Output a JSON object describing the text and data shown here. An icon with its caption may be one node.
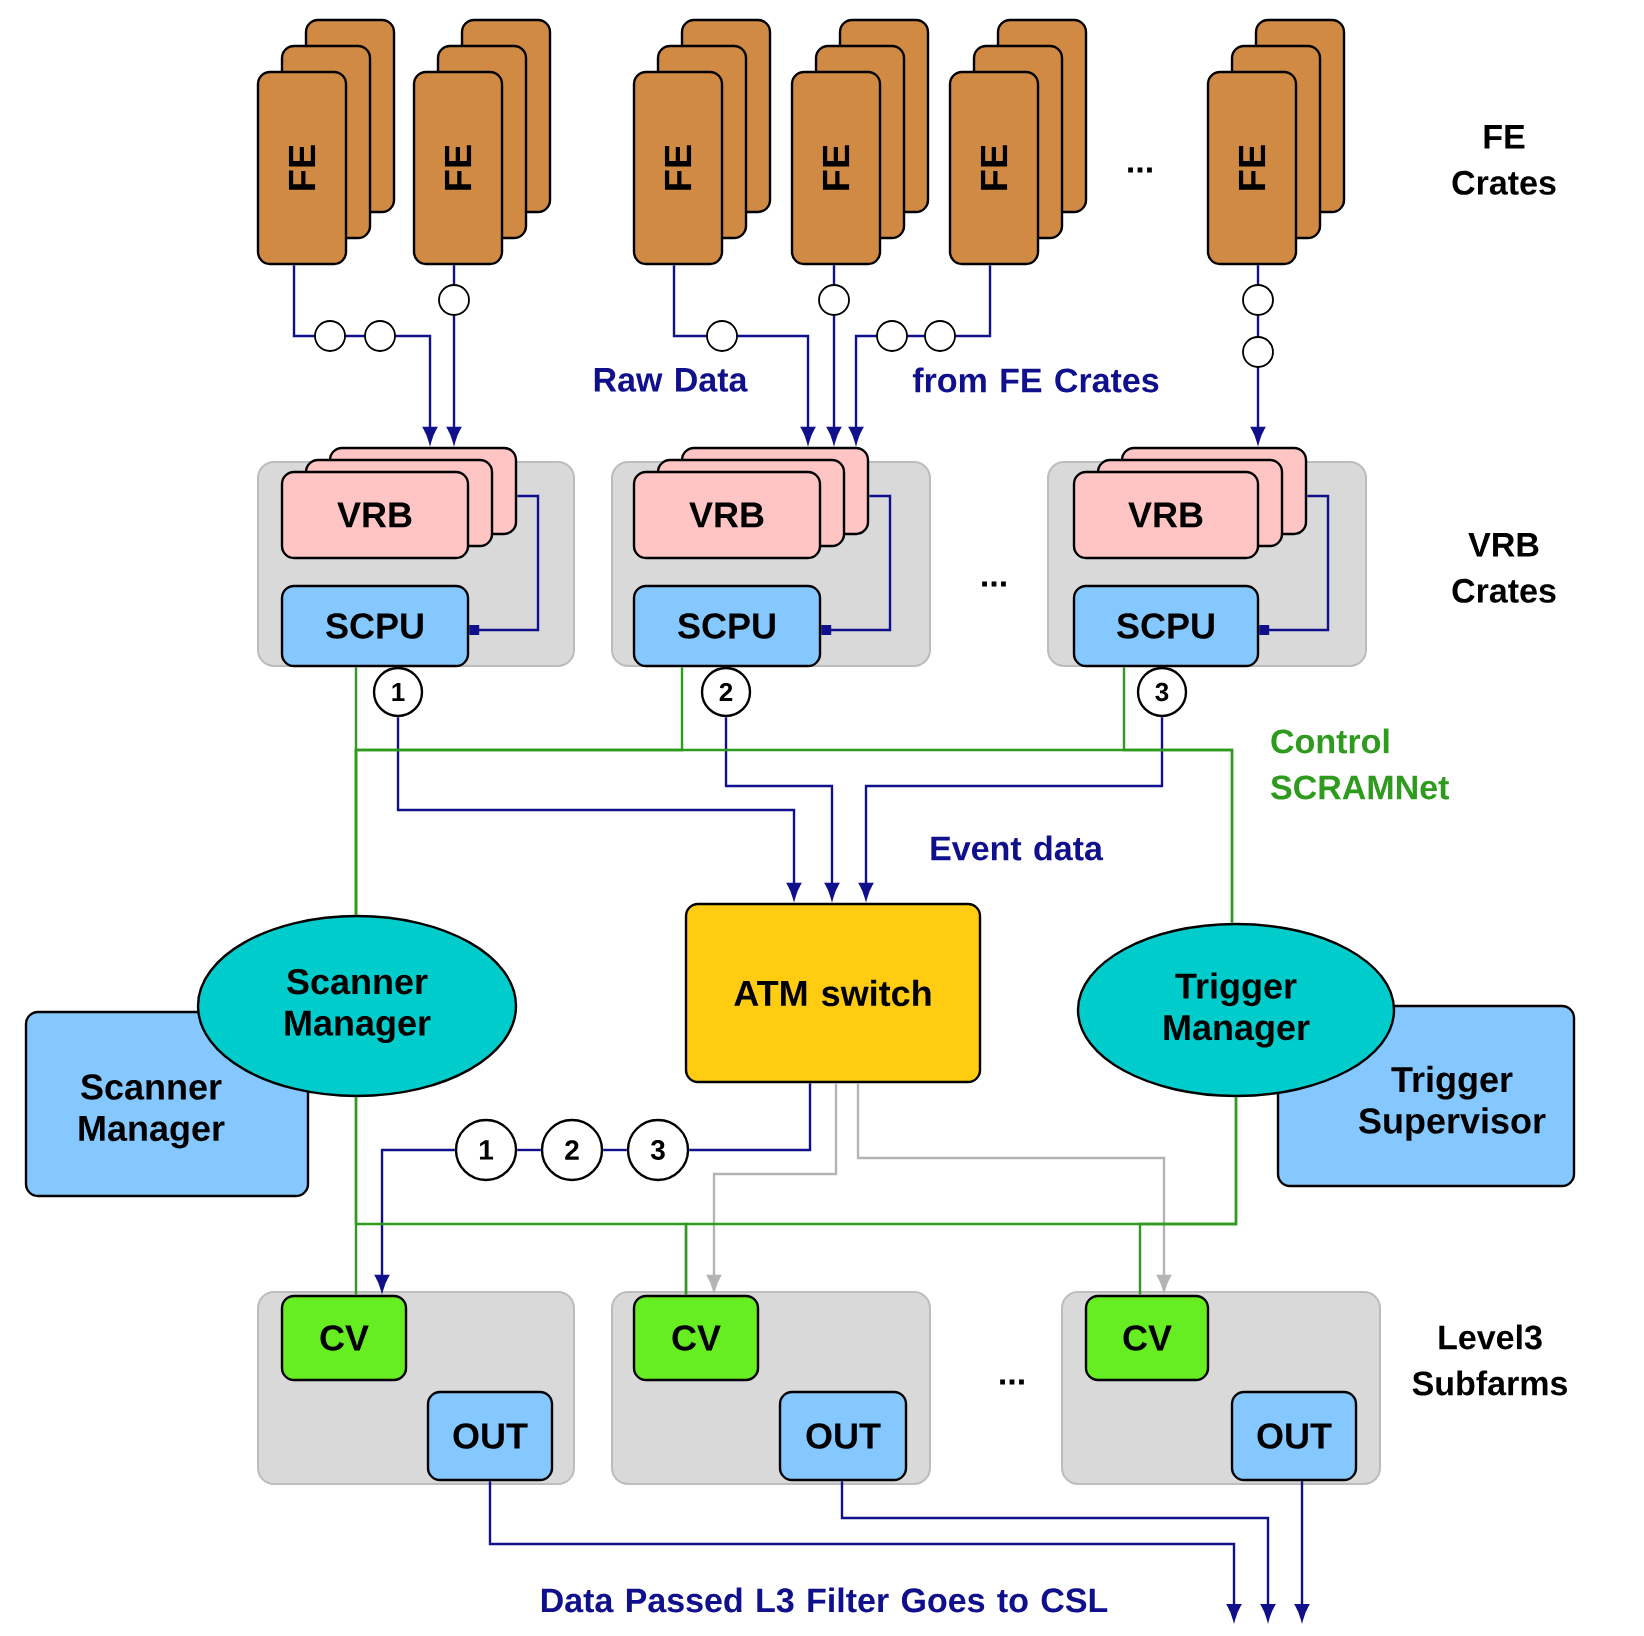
{
  "diagram": {
    "nodes": [
      {
        "text": [
          "FE"
        ]
      },
      {
        "text": [
          "FE"
        ]
      },
      {
        "text": [
          "FE"
        ]
      },
      {
        "text": [
          "FE"
        ]
      },
      {
        "text": [
          "FE"
        ]
      },
      {
        "text": [
          "FE"
        ]
      },
      {
        "text": [],
        "shape": "box"
      },
      {
        "text": [
          "VRB"
        ],
        "in": 6
      },
      {
        "text": [
          "SCPU"
        ],
        "in": 6
      },
      {
        "text": [],
        "shape": "box"
      },
      {
        "text": [
          "VRB"
        ],
        "in": 9
      },
      {
        "text": [
          "SCPU"
        ],
        "in": 9
      },
      {
        "text": [],
        "shape": "box"
      },
      {
        "text": [
          "VRB"
        ],
        "in": 12
      },
      {
        "text": [
          "SCPU"
        ],
        "in": 12
      },
      {
        "text": [
          "1"
        ]
      },
      {
        "text": [
          "2"
        ]
      },
      {
        "text": [
          "3"
        ]
      },
      {
        "text": [
          "Scanner Manager"
        ]
      },
      {
        "text": [
          "Scanner Manager"
        ]
      },
      {
        "text": [
          "ATM switch"
        ]
      },
      {
        "text": [
          "Trigger Manager"
        ]
      },
      {
        "text": [
          "Trigger Supervisor"
        ]
      },
      {
        "text": [
          "1"
        ]
      },
      {
        "text": [
          "2"
        ]
      },
      {
        "text": [
          "3"
        ]
      },
      {
        "text": [],
        "shape": "box"
      },
      {
        "text": [
          "CV"
        ],
        "in": 26
      },
      {
        "text": [
          "OUT"
        ],
        "in": 26
      },
      {
        "text": [],
        "shape": "box"
      },
      {
        "text": [
          "CV"
        ],
        "in": 29
      },
      {
        "text": [
          "OUT"
        ],
        "in": 29
      },
      {
        "text": [],
        "shape": "box"
      },
      {
        "text": [
          "CV"
        ],
        "in": 32
      },
      {
        "text": [
          "OUT"
        ],
        "in": 32
      }
    ],
    "edges": [
      {
        "from": 0,
        "to": 7,
        "arrow": "to"
      },
      {
        "from": 1,
        "to": 7,
        "arrow": "to"
      },
      {
        "from": 2,
        "to": 10,
        "arrow": "to"
      },
      {
        "from": 3,
        "to": 10,
        "arrow": "to"
      },
      {
        "from": 4,
        "to": 10,
        "arrow": "to"
      },
      {
        "from": 5,
        "to": 13,
        "arrow": "to"
      },
      {
        "from": 7,
        "to": 8,
        "arrow": "other"
      },
      {
        "from": 10,
        "to": 11,
        "arrow": "other"
      },
      {
        "from": 13,
        "to": 14,
        "arrow": "other"
      },
      {
        "from": 15,
        "to": 20,
        "arrow": "to"
      },
      {
        "from": 16,
        "to": 20,
        "arrow": "to"
      },
      {
        "from": 17,
        "to": 20,
        "arrow": "to"
      },
      {
        "from": 20,
        "to": 25,
        "arrow": "none"
      },
      {
        "from": 25,
        "to": 24,
        "arrow": "none"
      },
      {
        "from": 24,
        "to": 23,
        "arrow": "none"
      },
      {
        "from": 23,
        "to": 27,
        "arrow": "to"
      },
      {
        "from": 20,
        "to": 30,
        "arrow": "to",
        "color": "#b4b4b4"
      },
      {
        "from": 20,
        "to": 33,
        "arrow": "to",
        "color": "#b4b4b4"
      },
      {
        "from": 8,
        "to": 19,
        "arrow": "none",
        "color": "#2e9a1e"
      },
      {
        "from": 11,
        "to": 19,
        "arrow": "none",
        "color": "#2e9a1e"
      },
      {
        "from": 14,
        "to": 21,
        "arrow": "none",
        "color": "#2e9a1e"
      },
      {
        "from": 19,
        "to": 21,
        "arrow": "none",
        "color": "#2e9a1e"
      },
      {
        "from": 19,
        "to": 27,
        "arrow": "none",
        "color": "#2e9a1e"
      },
      {
        "from": 19,
        "to": 30,
        "arrow": "none",
        "color": "#2e9a1e"
      },
      {
        "from": 21,
        "to": 33,
        "arrow": "none",
        "color": "#2e9a1e"
      },
      {
        "from": 21,
        "to": 30,
        "arrow": "none",
        "color": "#2e9a1e"
      },
      {
        "from": 28,
        "to": null,
        "arrow": "to"
      },
      {
        "from": 31,
        "to": null,
        "arrow": "to"
      },
      {
        "from": 34,
        "to": null,
        "arrow": "to"
      }
    ],
    "labels": [
      "...",
      "FE Crates",
      "Raw Data",
      "from FE Crates",
      "...",
      "VRB Crates",
      "Control SCRAMNet",
      "Event data",
      "...",
      "Level3 Subfarms",
      "Data Passed L3 Filter Goes to CSL"
    ]
  }
}
